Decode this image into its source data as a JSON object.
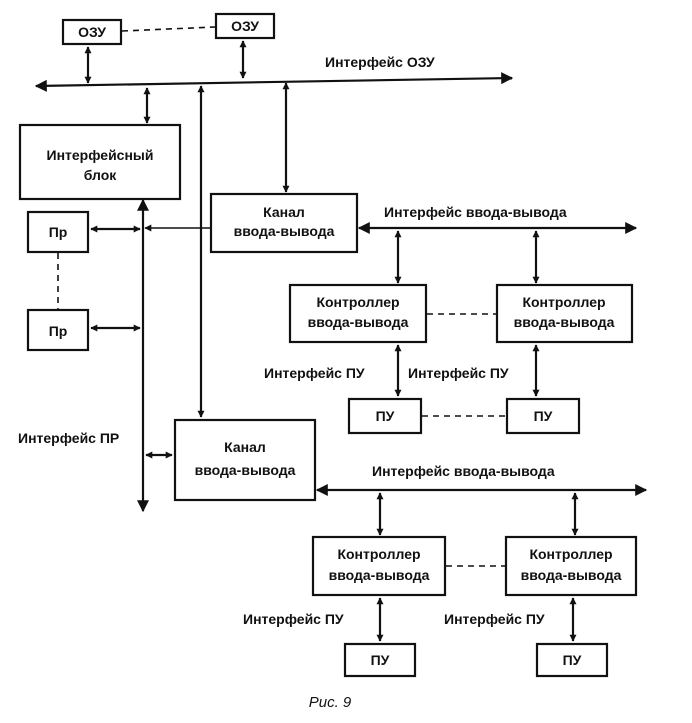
{
  "ozu": [
    "ОЗУ",
    "ОЗУ"
  ],
  "bus_labels": {
    "ozu_interface": "Интерфейс ОЗУ",
    "pr_interface": "Интерфейс ПР",
    "io_interface_1": "Интерфейс ввода-вывода",
    "io_interface_2": "Интерфейс ввода-вывода",
    "pu_interface_1": "Интерфейс ПУ",
    "pu_interface_2": "Интерфейс ПУ",
    "pu_interface_3": "Интерфейс ПУ",
    "pu_interface_4": "Интерфейс ПУ"
  },
  "interface_block": [
    "Интерфейсный",
    "блок"
  ],
  "processors": [
    "Пр",
    "Пр"
  ],
  "channels": [
    {
      "line1": "Канал",
      "line2": "ввода-вывода"
    },
    {
      "line1": "Канал",
      "line2": "ввода-вывода"
    }
  ],
  "controllers": [
    {
      "line1": "Контроллер",
      "line2": "ввода-вывода"
    },
    {
      "line1": "Контроллер",
      "line2": "ввода-вывода"
    },
    {
      "line1": "Контроллер",
      "line2": "ввода-вывода"
    },
    {
      "line1": "Контроллер",
      "line2": "ввода-вывода"
    }
  ],
  "devices": [
    "ПУ",
    "ПУ",
    "ПУ",
    "ПУ"
  ],
  "caption": "Рис. 9"
}
